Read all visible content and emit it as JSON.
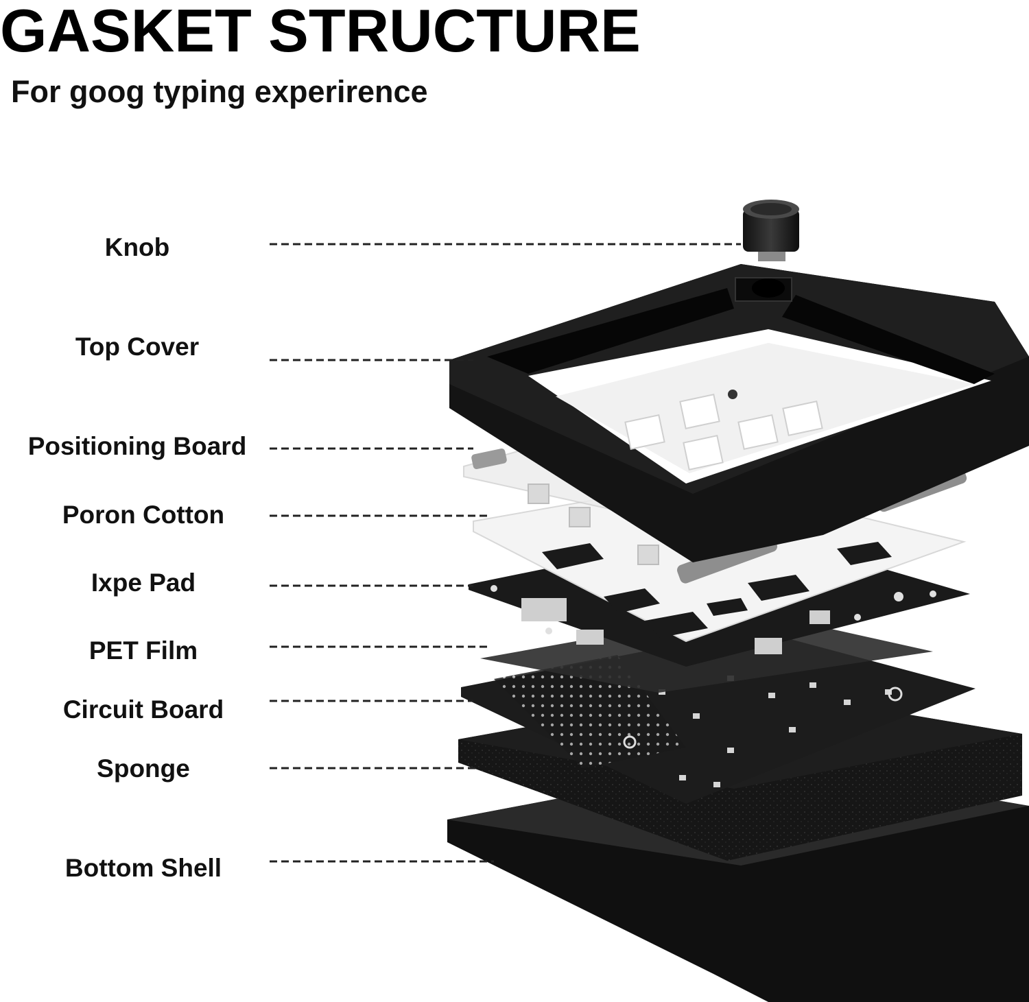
{
  "title": "GASKET STRUCTURE",
  "subtitle": "For goog typing experirence",
  "layers": [
    {
      "label": "Knob"
    },
    {
      "label": "Top Cover"
    },
    {
      "label": "Positioning Board"
    },
    {
      "label": "Poron Cotton"
    },
    {
      "label": "Ixpe Pad"
    },
    {
      "label": "PET Film"
    },
    {
      "label": "Circuit Board"
    },
    {
      "label": "Sponge"
    },
    {
      "label": "Bottom Shell"
    }
  ]
}
